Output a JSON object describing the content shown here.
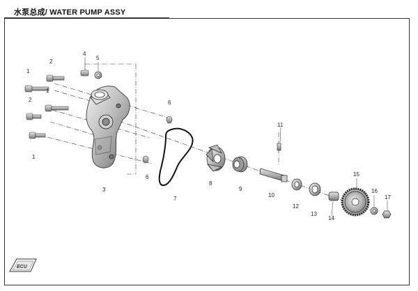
{
  "header": {
    "title": "水泵总成/ WATER PUMP ASSY"
  },
  "diagram": {
    "callouts": [
      {
        "id": "c1a",
        "label": "1"
      },
      {
        "id": "c1b",
        "label": "1"
      },
      {
        "id": "c1c",
        "label": "1"
      },
      {
        "id": "c2a",
        "label": "2"
      },
      {
        "id": "c2b",
        "label": "2"
      },
      {
        "id": "c3",
        "label": "3"
      },
      {
        "id": "c4",
        "label": "4"
      },
      {
        "id": "c5",
        "label": "5"
      },
      {
        "id": "c6a",
        "label": "6"
      },
      {
        "id": "c6b",
        "label": "6"
      },
      {
        "id": "c7",
        "label": "7"
      },
      {
        "id": "c8",
        "label": "8"
      },
      {
        "id": "c9",
        "label": "9"
      },
      {
        "id": "c10",
        "label": "10"
      },
      {
        "id": "c11",
        "label": "11"
      },
      {
        "id": "c12",
        "label": "12"
      },
      {
        "id": "c13",
        "label": "13"
      },
      {
        "id": "c14",
        "label": "14"
      },
      {
        "id": "c15",
        "label": "15"
      },
      {
        "id": "c16",
        "label": "16"
      },
      {
        "id": "c17",
        "label": "17"
      }
    ],
    "logo_text": "ECU"
  }
}
